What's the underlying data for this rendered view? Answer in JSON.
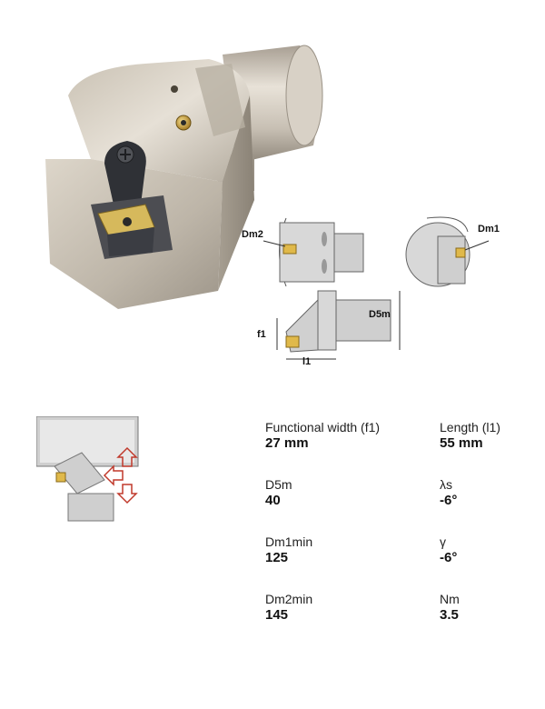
{
  "drawing": {
    "dm2_label": "Dm2",
    "dm1_label": "Dm1",
    "d5m_label": "D5m",
    "f1_label": "f1",
    "l1_label": "l1"
  },
  "specs": [
    {
      "name": "Functional width (f1)",
      "value": "27 mm"
    },
    {
      "name": "Length (l1)",
      "value": "55 mm"
    },
    {
      "name": "D5m",
      "value": "40"
    },
    {
      "name": "λs",
      "value": "-6°"
    },
    {
      "name": "Dm1min",
      "value": "125"
    },
    {
      "name": "γ",
      "value": "-6°"
    },
    {
      "name": "Dm2min",
      "value": "145"
    },
    {
      "name": "Nm",
      "value": "3.5"
    }
  ]
}
